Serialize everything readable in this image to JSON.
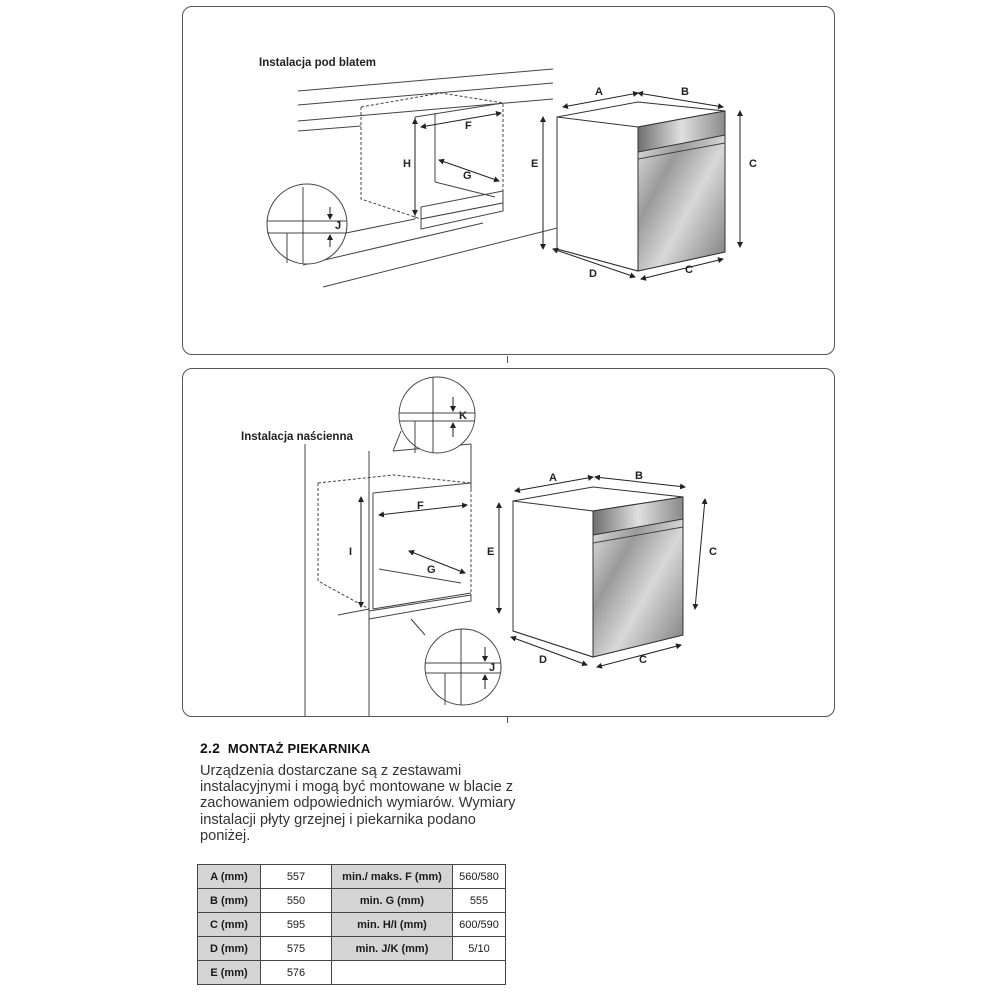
{
  "diagram_top": {
    "title": "Instalacja pod blatem",
    "labels": {
      "a": "A",
      "b": "B",
      "c1": "C",
      "c2": "C",
      "d": "D",
      "e": "E",
      "f": "F",
      "g": "G",
      "h": "H",
      "j": "J"
    }
  },
  "diagram_wall": {
    "title": "Instalacja naścienna",
    "labels": {
      "a": "A",
      "b": "B",
      "c1": "C",
      "c2": "C",
      "d": "D",
      "e": "E",
      "f": "F",
      "g": "G",
      "i": "I",
      "j": "J",
      "k": "K"
    }
  },
  "section": {
    "number": "2.2",
    "heading": "MONTAŻ PIEKARNIKA",
    "body": "Urządzenia dostarczane są z zestawami instalacyjnymi i mogą być montowane w blacie z zachowaniem odpowiednich wymiarów. Wymiary instalacji płyty grzejnej i piekarnika podano poniżej."
  },
  "table": {
    "rows": [
      {
        "k1": "A (mm)",
        "v1": "557",
        "k2": "min./ maks. F (mm)",
        "v2": "560/580"
      },
      {
        "k1": "B (mm)",
        "v1": "550",
        "k2": "min. G (mm)",
        "v2": "555"
      },
      {
        "k1": "C (mm)",
        "v1": "595",
        "k2": "min. H/I (mm)",
        "v2": "600/590"
      },
      {
        "k1": "D (mm)",
        "v1": "575",
        "k2": "min. J/K (mm)",
        "v2": "5/10"
      },
      {
        "k1": "E (mm)",
        "v1": "576",
        "k2": "",
        "v2": ""
      }
    ]
  }
}
